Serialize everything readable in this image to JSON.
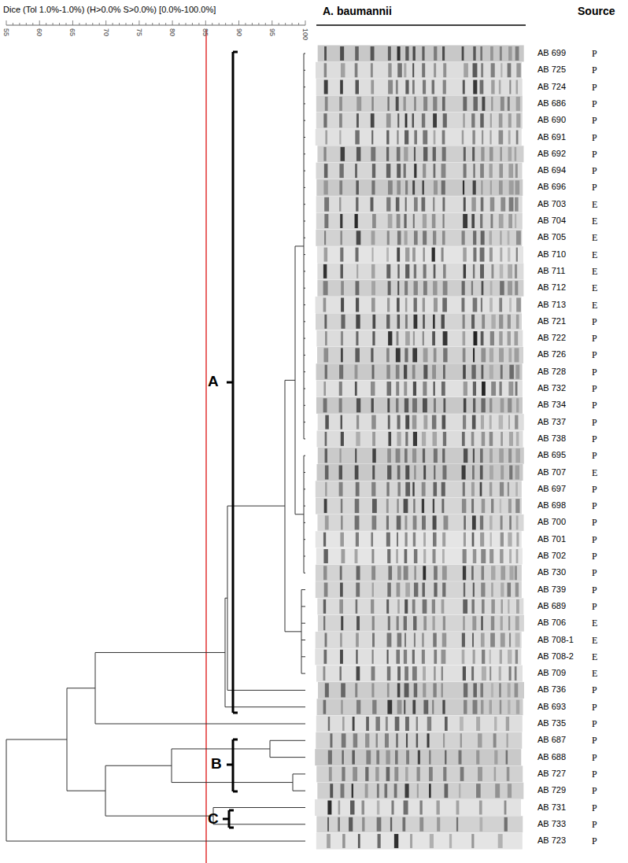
{
  "diagram": {
    "title": "Dice (Tol 1.0%-1.0%) (H>0.0% S>0.0%) [0.0%-100.0%]",
    "labels": [
      "55",
      "60",
      "65",
      "70",
      "75",
      "80",
      "85",
      "90",
      "95",
      "100",
      "A. baumannii",
      "Source",
      "A",
      "B",
      "C",
      "AB 699",
      "P",
      "AB 725",
      "P",
      "AB 724",
      "P",
      "AB 686",
      "P",
      "AB 690",
      "P",
      "AB 691",
      "P",
      "AB 692",
      "P",
      "AB 694",
      "P",
      "AB 696",
      "P",
      "AB 703",
      "E",
      "AB 704",
      "E",
      "AB 705",
      "E",
      "AB 710",
      "E",
      "AB 711",
      "E",
      "AB 712",
      "E",
      "AB 713",
      "E",
      "AB 721",
      "P",
      "AB 722",
      "P",
      "AB 726",
      "P",
      "AB 728",
      "P",
      "AB 732",
      "P",
      "AB 734",
      "P",
      "AB 737",
      "P",
      "AB 738",
      "P",
      "AB 695",
      "P",
      "AB 707",
      "E",
      "AB 697",
      "P",
      "AB 698",
      "P",
      "AB 700",
      "P",
      "AB 701",
      "P",
      "AB 702",
      "P",
      "AB 730",
      "P",
      "AB 739",
      "P",
      "AB 689",
      "P",
      "AB 706",
      "E",
      "AB 708-1",
      "E",
      "AB 708-2",
      "E",
      "AB 709",
      "E",
      "AB 736",
      "P",
      "AB 693",
      "P",
      "AB 735",
      "P",
      "AB 687",
      "P",
      "AB 688",
      "P",
      "AB 727",
      "P",
      "AB 729",
      "P",
      "AB 731",
      "P",
      "AB 733",
      "P",
      "AB 723",
      "P"
    ]
  }
}
